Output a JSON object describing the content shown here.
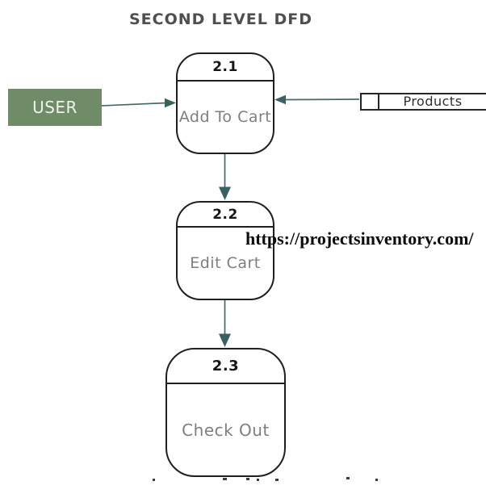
{
  "diagram": {
    "title": "SECOND LEVEL DFD",
    "watermark": "https://projectsinventory.com/",
    "external_entities": [
      {
        "label": "USER"
      }
    ],
    "data_stores": [
      {
        "label": "Products"
      }
    ],
    "processes": [
      {
        "number": "2.1",
        "label": "Add To Cart"
      },
      {
        "number": "2.2",
        "label": "Edit Cart"
      },
      {
        "number": "2.3",
        "label": "Check Out"
      }
    ],
    "flows": [
      {
        "from": "USER",
        "to": "2.1 Add To Cart"
      },
      {
        "from": "Products",
        "to": "2.1 Add To Cart"
      },
      {
        "from": "2.1 Add To Cart",
        "to": "2.2 Edit Cart"
      },
      {
        "from": "2.2 Edit Cart",
        "to": "2.3 Check Out"
      }
    ],
    "colors": {
      "entity_fill": "#6f8b67",
      "entity_text": "#eef3ec",
      "connector_line": "#466a6a",
      "connector_head": "#3c6060",
      "box_border": "#1f1f1f",
      "title_text": "#4f4f4f",
      "process_label_text": "#7e7e7e",
      "watermark_text": "#0c0c0c"
    }
  }
}
